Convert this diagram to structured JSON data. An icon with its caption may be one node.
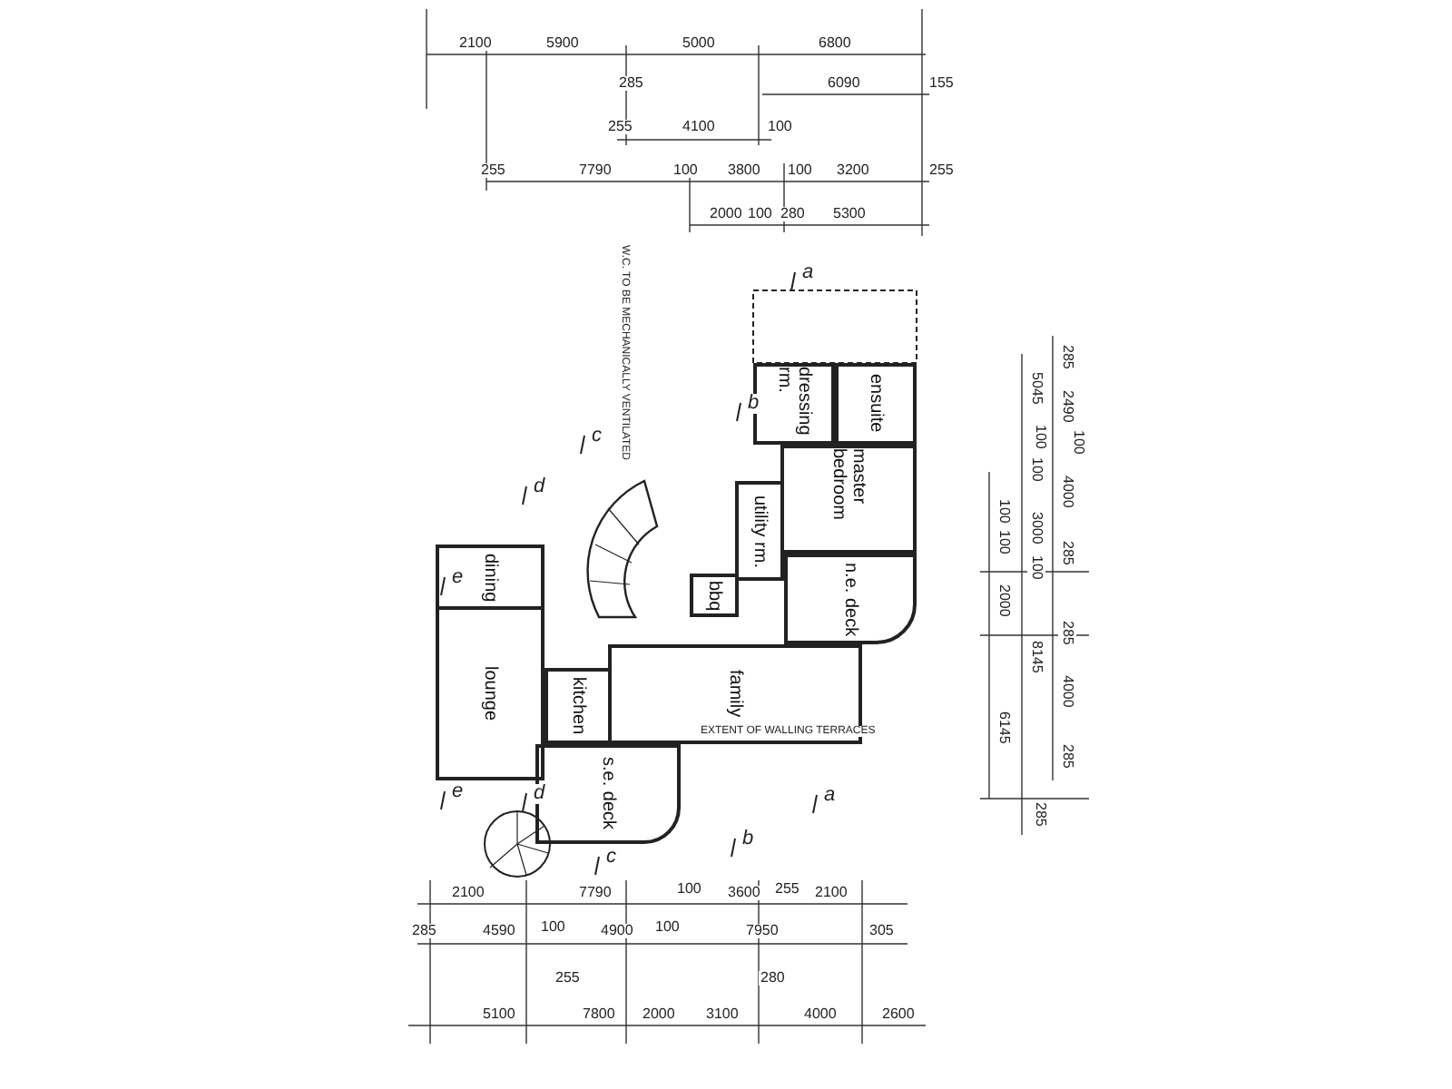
{
  "diagram": {
    "nodes": [
      {
        "text": [
          "dressing rm."
        ]
      },
      {
        "text": [
          "ensuite"
        ]
      },
      {
        "text": [
          "master bedroom"
        ]
      },
      {
        "text": [
          "utility rm."
        ]
      },
      {
        "text": [
          "bbq"
        ]
      },
      {
        "text": [
          "n.e. deck"
        ]
      },
      {
        "text": [
          "dining"
        ]
      },
      {
        "text": [
          "lounge"
        ]
      },
      {
        "text": [
          "kitchen"
        ]
      },
      {
        "text": [
          "family"
        ]
      },
      {
        "text": [
          "s.e. deck"
        ]
      }
    ],
    "edges": [],
    "labels": [
      "2100",
      "5900",
      "5000",
      "6800",
      "285",
      "6090",
      "155",
      "255",
      "4100",
      "100",
      "255",
      "7790",
      "100",
      "3800",
      "100",
      "3200",
      "255",
      "2000",
      "100",
      "280",
      "5300",
      "W.C. TO BE MECHANICALLY VENTILATED",
      "a",
      "b",
      "c",
      "d",
      "e",
      "285",
      "2490",
      "100",
      "4000",
      "285",
      "285",
      "4000",
      "285",
      "5045",
      "100",
      "100",
      "3000",
      "100",
      "8145",
      "285",
      "100",
      "100",
      "2000",
      "6145",
      "EXTENT OF WALLING TERRACES",
      "e",
      "d",
      "a",
      "b",
      "c",
      "2100",
      "7790",
      "100",
      "3600",
      "255",
      "2100",
      "285",
      "4590",
      "100",
      "4900",
      "100",
      "7950",
      "305",
      "255",
      "280",
      "5100",
      "7800",
      "2000",
      "3100",
      "4000",
      "2600"
    ]
  }
}
